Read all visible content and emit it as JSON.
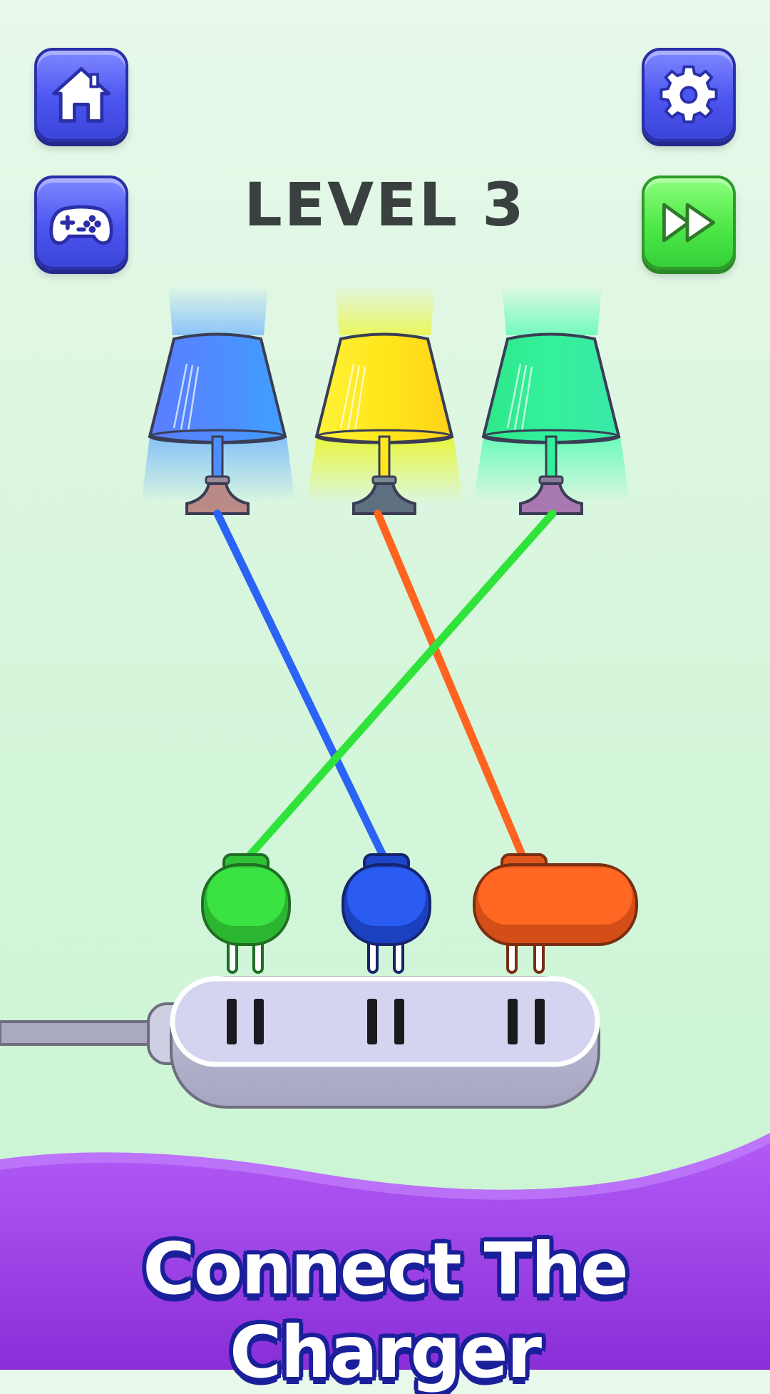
{
  "header": {
    "level_title": "LEVEL 3"
  },
  "buttons": {
    "home": {
      "icon": "home-icon"
    },
    "games": {
      "icon": "gamepad-icon"
    },
    "settings": {
      "icon": "gear-icon"
    },
    "skip": {
      "icon": "fast-forward-icon"
    }
  },
  "lamps": [
    {
      "shade_color": "#4f8cff",
      "glow_color": "#6fb4ff",
      "base_color": "#b98a86"
    },
    {
      "shade_color": "#ffe61a",
      "glow_color": "#f4ff40",
      "base_color": "#5e6f80"
    },
    {
      "shade_color": "#33f09a",
      "glow_color": "#4dfcb0",
      "base_color": "#a878b0"
    }
  ],
  "plugs": [
    {
      "color": "#33d93a",
      "shape": "round"
    },
    {
      "color": "#2554f0",
      "shape": "round"
    },
    {
      "color": "#ff6a1f",
      "shape": "wide"
    }
  ],
  "wires": [
    {
      "color": "#2a63f5"
    },
    {
      "color": "#ff6320"
    },
    {
      "color": "#2fe33a"
    }
  ],
  "footer": {
    "banner_text": "Connect The Charger",
    "banner_color": "#9a3ae8"
  }
}
